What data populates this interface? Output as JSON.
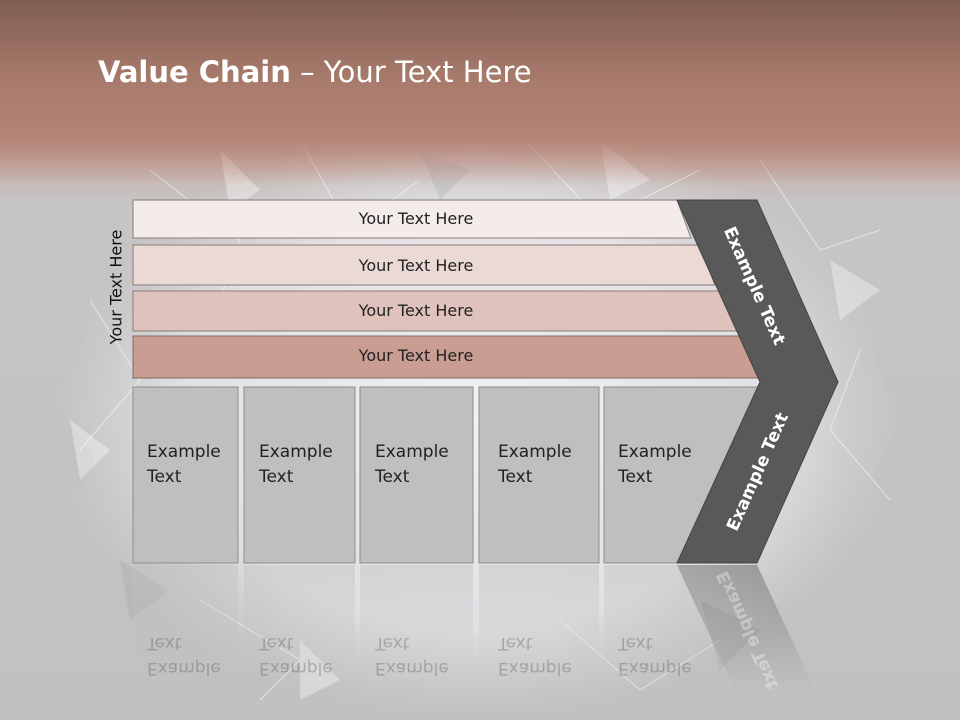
{
  "title": {
    "bold": "Value Chain",
    "rest": " – Your Text Here"
  },
  "side_label": "Your Text Here",
  "bands": [
    {
      "label": "Your Text Here"
    },
    {
      "label": "Your Text Here"
    },
    {
      "label": "Your Text Here"
    },
    {
      "label": "Your Text Here"
    }
  ],
  "boxes": [
    {
      "line1": "Example",
      "line2": "Text"
    },
    {
      "line1": "Example",
      "line2": "Text"
    },
    {
      "line1": "Example",
      "line2": "Text"
    },
    {
      "line1": "Example",
      "line2": "Text"
    },
    {
      "line1": "Example",
      "line2": "Text"
    }
  ],
  "arrow": {
    "upper": "Example Text",
    "lower": "Example Text"
  },
  "colors": {
    "header": "#a77a6b",
    "band_1": "#f3ecea",
    "band_2": "#ead9d5",
    "band_3": "#dfc2bb",
    "band_4": "#c99d92",
    "box": "#bfbfbf",
    "arrow": "#595959"
  }
}
